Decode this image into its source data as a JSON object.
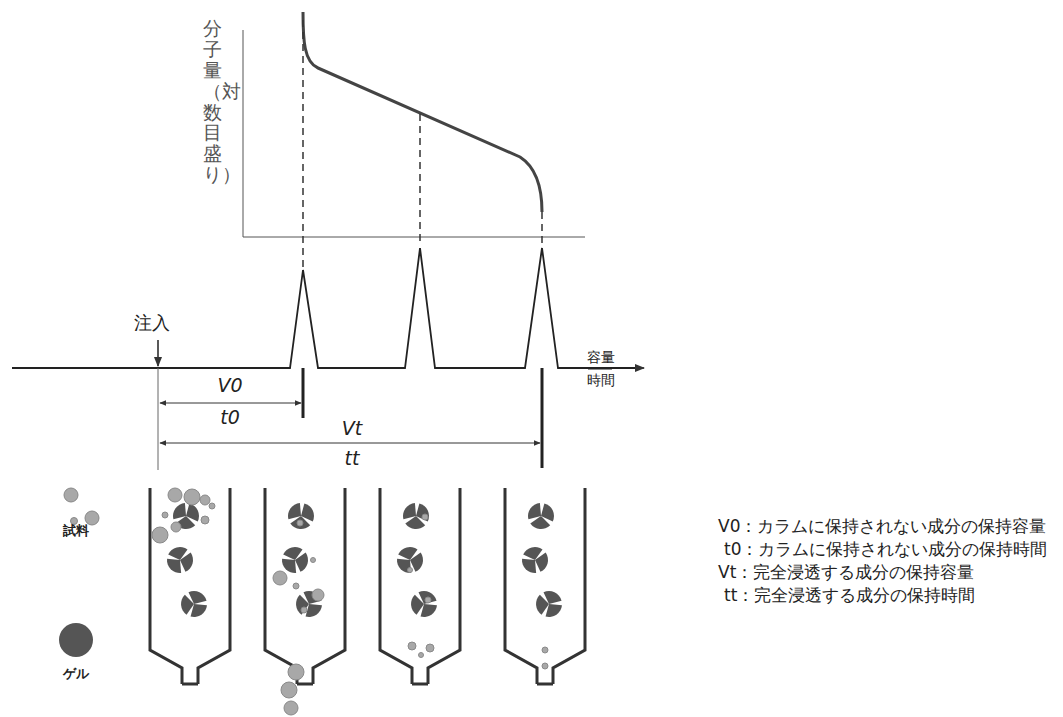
{
  "diagram": {
    "labels": [
      "分子量（対数目盛り）",
      "注入",
      "容量",
      "時間",
      "V0",
      "t0",
      "Vt",
      "tt",
      "V0：カラムに保持されない成分の保持容量",
      "t0：カラムに保持されない成分の保持時間",
      "Vt：完全浸透する成分の保持容量",
      "tt：完全浸透する成分の保持時間"
    ],
    "legend": [
      {
        "text": "試料"
      },
      {
        "text": "ゲル"
      }
    ]
  }
}
